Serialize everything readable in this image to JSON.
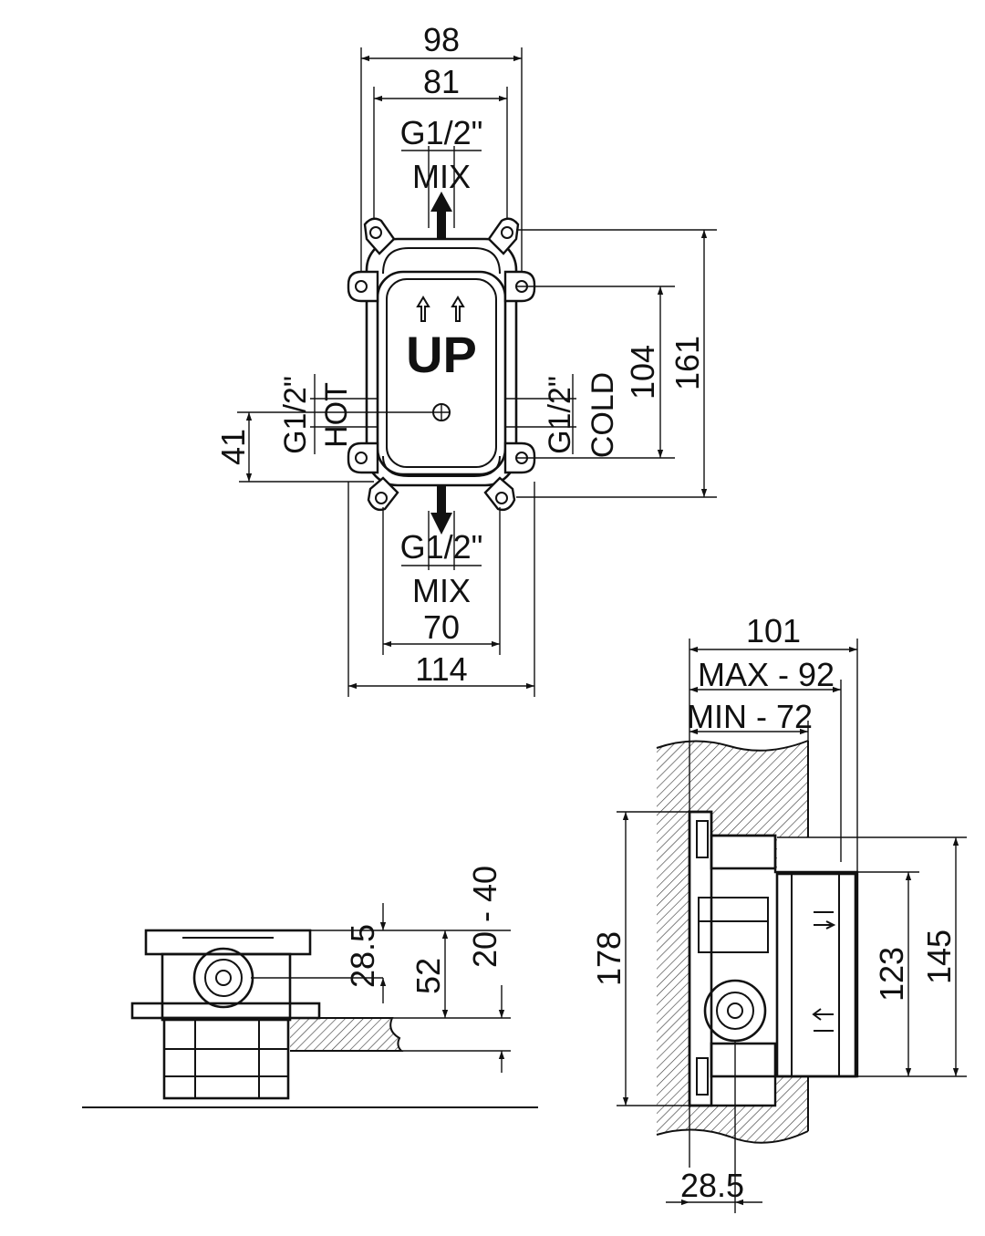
{
  "front_view": {
    "dim_overall_width": "98",
    "dim_inner_width": "81",
    "dim_bottom_inner": "70",
    "dim_bottom_overall": "114",
    "dim_inner_height": "104",
    "dim_overall_height": "161",
    "dim_inlet_offset": "41",
    "outlet_top_thread": "G1/2\"",
    "outlet_top_label": "MIX",
    "outlet_bottom_thread": "G1/2\"",
    "outlet_bottom_label": "MIX",
    "hot_thread": "G1/2\"",
    "hot_label": "HOT",
    "cold_thread": "G1/2\"",
    "cold_label": "COLD",
    "up_label": "UP"
  },
  "bottom_view": {
    "dim_axis": "28.5",
    "dim_height": "52",
    "dim_range": "20 - 40"
  },
  "side_view": {
    "dim_total_depth": "101",
    "dim_max": "MAX - 92",
    "dim_min": "MIN - 72",
    "dim_height": "178",
    "dim_inner": "123",
    "dim_outer": "145",
    "dim_axis": "28.5"
  },
  "colors": {
    "line": "#111111",
    "background": "#ffffff"
  }
}
